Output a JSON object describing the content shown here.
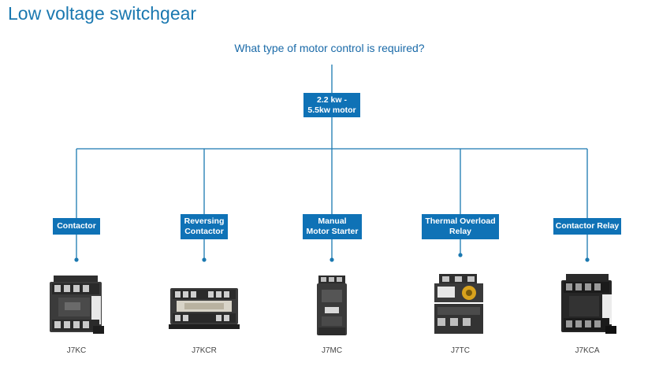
{
  "title": "Low voltage switchgear",
  "question": "What type of motor control is required?",
  "root": {
    "line1": "2.2 kw -",
    "line2": "5.5kw motor"
  },
  "options": [
    {
      "line1": "Contactor",
      "line2": "",
      "model": "J7KC"
    },
    {
      "line1": "Reversing",
      "line2": "Contactor",
      "model": "J7KCR"
    },
    {
      "line1": "Manual",
      "line2": "Motor Starter",
      "model": "J7MC"
    },
    {
      "line1": "Thermal Overload",
      "line2": "Relay",
      "model": "J7TC"
    },
    {
      "line1": "Contactor Relay",
      "line2": "",
      "model": "J7KCA"
    }
  ],
  "colors": {
    "accent": "#0f72b6",
    "title": "#1a78b0",
    "line": "#1a78b0"
  }
}
